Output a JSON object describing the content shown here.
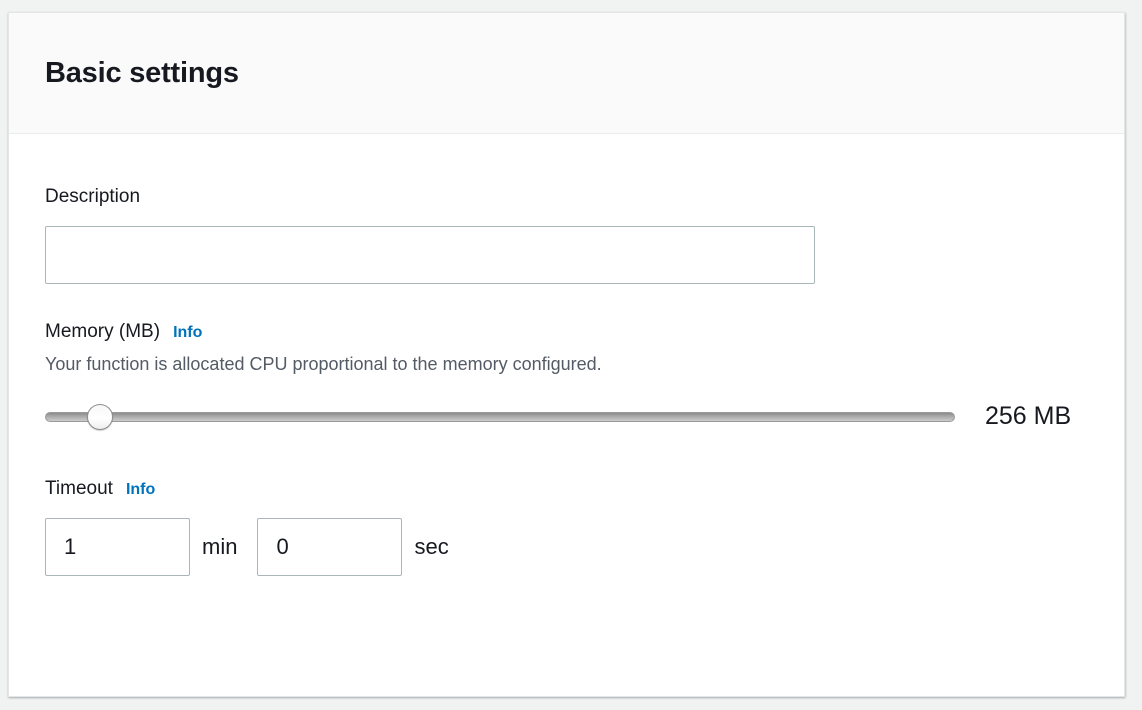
{
  "card": {
    "title": "Basic settings"
  },
  "description_field": {
    "label": "Description",
    "value": "",
    "placeholder": ""
  },
  "memory_field": {
    "label": "Memory (MB)",
    "info_label": "Info",
    "help_text": "Your function is allocated CPU proportional to the memory configured.",
    "value_label": "256 MB",
    "slider": {
      "value": 256,
      "min": 128,
      "max": 3008,
      "percent": 6
    }
  },
  "timeout_field": {
    "label": "Timeout",
    "info_label": "Info",
    "minutes_value": "1",
    "minutes_unit": "min",
    "seconds_value": "0",
    "seconds_unit": "sec"
  },
  "colors": {
    "accent_link": "#0073bb",
    "text_primary": "#16191f",
    "text_secondary": "#545b64",
    "input_border": "#aab7b8",
    "header_bg": "#fafafa",
    "page_bg": "#f1f3f3"
  }
}
